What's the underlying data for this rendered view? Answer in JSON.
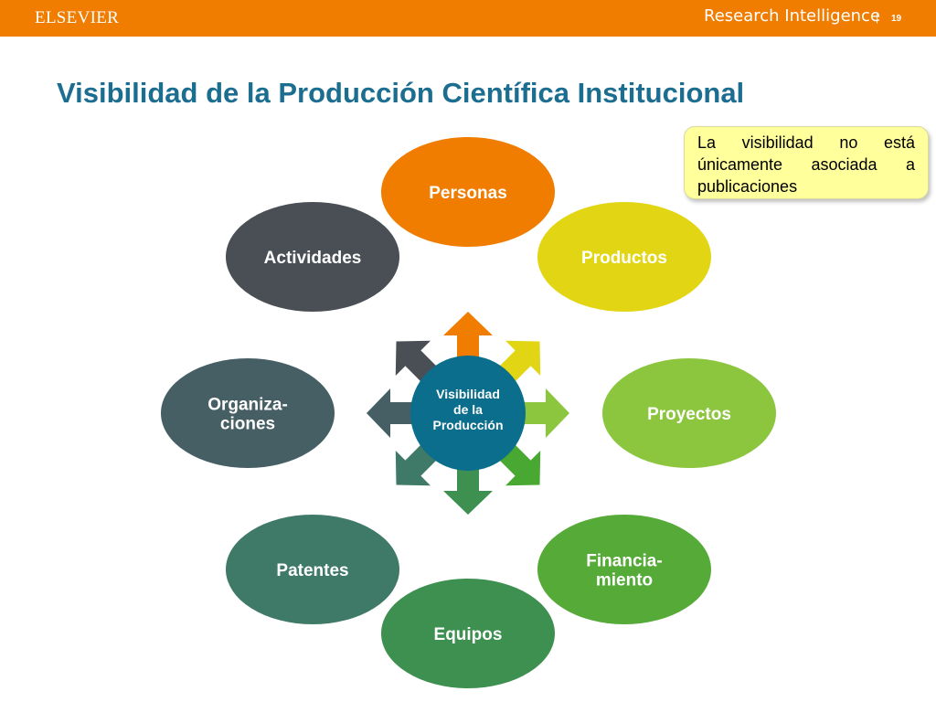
{
  "header": {
    "brand": "ELSEVIER",
    "product": "Research Intelligence",
    "separator": "|",
    "page_number": "19"
  },
  "slide": {
    "title": "Visibilidad de la Producción Científica Institucional"
  },
  "callout": {
    "text": "La visibilidad no está únicamente asociada a publicaciones"
  },
  "diagram": {
    "center": {
      "lines": [
        "Visibilidad",
        "de la",
        "Producción"
      ],
      "color": "#0b6e8c"
    },
    "nodes": [
      {
        "id": "personas",
        "lines": [
          "Personas"
        ],
        "color": "#f07c00"
      },
      {
        "id": "productos",
        "lines": [
          "Productos"
        ],
        "color": "#e2d614"
      },
      {
        "id": "proyectos",
        "lines": [
          "Proyectos"
        ],
        "color": "#8cc63f"
      },
      {
        "id": "financiamiento",
        "lines": [
          "Financia-",
          "miento"
        ],
        "color": "#55aa38"
      },
      {
        "id": "equipos",
        "lines": [
          "Equipos"
        ],
        "color": "#3d9050"
      },
      {
        "id": "patentes",
        "lines": [
          "Patentes"
        ],
        "color": "#3f7a68"
      },
      {
        "id": "organizaciones",
        "lines": [
          "Organiza-",
          "ciones"
        ],
        "color": "#465f64"
      },
      {
        "id": "actividades",
        "lines": [
          "Actividades"
        ],
        "color": "#4a4f55"
      }
    ],
    "arrow_colors": [
      "#f07c00",
      "#e2d614",
      "#8cc63f",
      "#48a832",
      "#3d9050",
      "#3f7a68",
      "#465f64",
      "#4a4f55"
    ]
  },
  "colors": {
    "header_bg": "#f07c00",
    "title": "#1c6e91",
    "callout_bg": "#ffff9c"
  }
}
